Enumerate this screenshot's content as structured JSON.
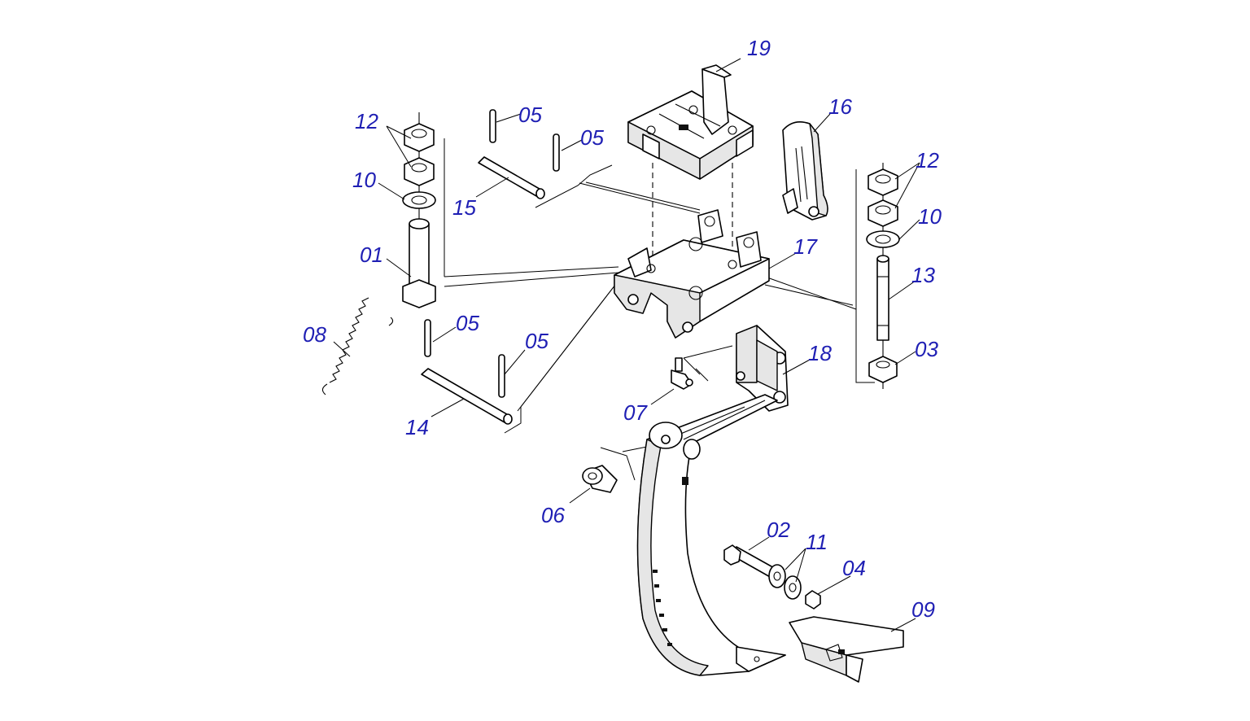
{
  "diagram": {
    "callouts": [
      "01",
      "02",
      "03",
      "04",
      "05",
      "05",
      "05",
      "05",
      "06",
      "07",
      "08",
      "09",
      "10",
      "10",
      "11",
      "12",
      "12",
      "13",
      "14",
      "15",
      "16",
      "17",
      "18",
      "19"
    ]
  },
  "style": {
    "label_color": "#1f1fb4",
    "line_color": "#000000",
    "background": "#ffffff"
  }
}
